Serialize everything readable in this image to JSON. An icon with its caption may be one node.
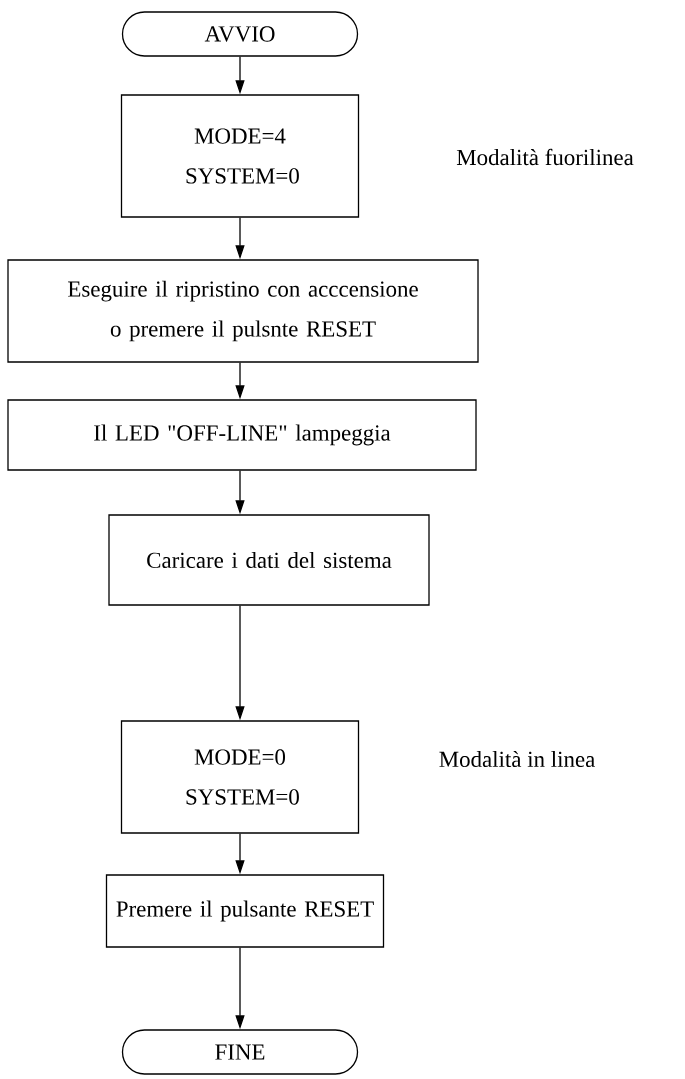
{
  "diagram": {
    "nodes": [
      {
        "text": [
          "AVVIO"
        ]
      },
      {
        "text": [
          "MODE=4 SYSTEM=0"
        ]
      },
      {
        "text": [
          "Eseguire il ripristino con acccensione o premere il pulsnte RESET"
        ]
      },
      {
        "text": [
          "Il LED \"OFF-LINE\" lampeggia"
        ]
      },
      {
        "text": [
          "Caricare i dati del sistema"
        ]
      },
      {
        "text": [
          "MODE=0 SYSTEM=0"
        ]
      },
      {
        "text": [
          "Premere il pulsante RESET"
        ]
      },
      {
        "text": [
          "FINE"
        ]
      }
    ],
    "edges": [
      {
        "from": 0,
        "to": 1,
        "arrow": "to"
      },
      {
        "from": 1,
        "to": 2,
        "arrow": "to"
      },
      {
        "from": 2,
        "to": 3,
        "arrow": "to"
      },
      {
        "from": 3,
        "to": 4,
        "arrow": "to"
      },
      {
        "from": 4,
        "to": 5,
        "arrow": "to"
      },
      {
        "from": 5,
        "to": 6,
        "arrow": "to"
      },
      {
        "from": 6,
        "to": 7,
        "arrow": "to"
      }
    ],
    "labels": [
      "Modalità fuorilinea",
      "Modalità in linea"
    ]
  }
}
